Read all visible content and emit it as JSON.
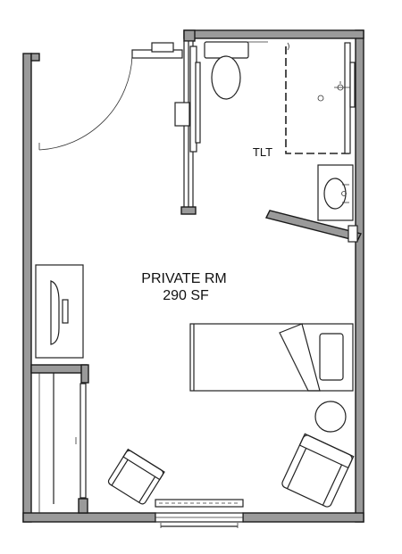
{
  "room": {
    "name": "PRIVATE RM",
    "area": "290 SF"
  },
  "toilet_room": {
    "label": "TLT"
  },
  "colors": {
    "wall_fill": "#9a9a9a",
    "line": "#222222",
    "background": "#ffffff"
  }
}
